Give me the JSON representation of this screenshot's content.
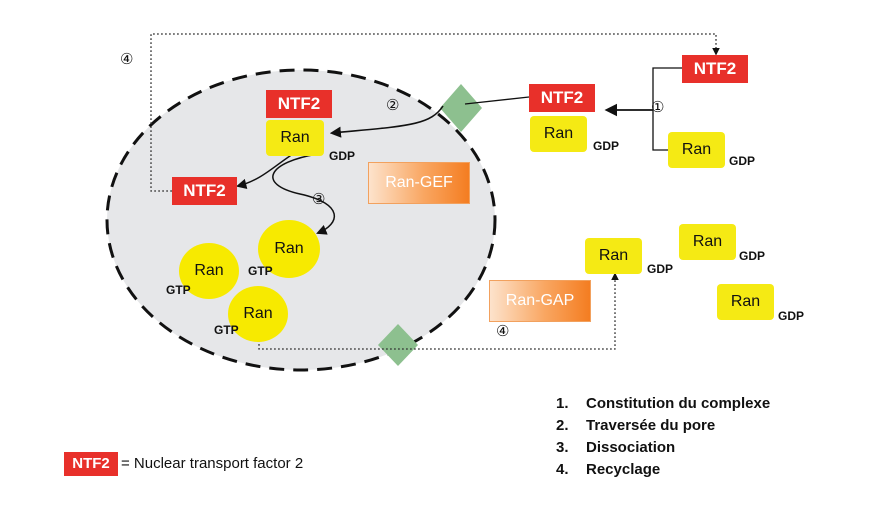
{
  "labels": {
    "ntf2": "NTF2",
    "ran": "Ran",
    "gdp": "GDP",
    "gtp": "GTP",
    "ran_gef": "Ran-GEF",
    "ran_gap": "Ran-GAP"
  },
  "step_markers": {
    "one": "①",
    "two": "②",
    "three": "③",
    "four": "④"
  },
  "steps": [
    {
      "number": "1.",
      "label": "Constitution du complexe"
    },
    {
      "number": "2.",
      "label": "Traversée du pore"
    },
    {
      "number": "3.",
      "label": "Dissociation"
    },
    {
      "number": "4.",
      "label": "Recyclage"
    }
  ],
  "legend": {
    "key": "NTF2",
    "text": "= Nuclear transport factor 2"
  },
  "colors": {
    "ntf2": "#e8302a",
    "ran": "#f5ea14",
    "nucleus": "#e6e7e9",
    "pore": "#8dc08f",
    "enzyme": "#f47d21"
  }
}
